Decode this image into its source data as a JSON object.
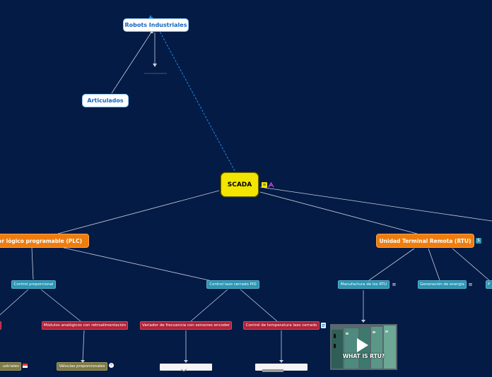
{
  "colors": {
    "background": "#041b45",
    "connector": "#c8d0de",
    "dashed_link": "#1e88e5",
    "center": "#f2e600",
    "orange": "#ef7d0e",
    "teal": "#2b95b3",
    "red": "#b0233a",
    "olive": "#7e7a45"
  },
  "nodes": {
    "center": "SCADA",
    "robots": "Robots Industriales",
    "articulados": "Articulados",
    "plc": "ador lógico programable (PLC)",
    "rtu": "Unidad Terminal Remota (RTU)",
    "control_proporcional": "Control proporcional",
    "control_pid": "Control lazo cerrado PID",
    "modulos": "Módulos analógicos con retroalimentación",
    "variador": "Variador de frecuencia con sensores encoder",
    "temperatura": "Control de temperatura lazo cerrado",
    "manufactura": "Manufactura de los RTU",
    "generacion": "Generación de energía",
    "partial_right": "P",
    "valvulas": "Válvulas proporcionales",
    "partial_left_bottom": "ustriales"
  },
  "icons": {
    "center_notes": "notes-icon",
    "center_link": "link-icon",
    "rtu_badge": "dollar-icon",
    "manufactura_notes": "notes-icon",
    "generacion_notes": "notes-icon",
    "temperatura_doc": "document-icon",
    "video_play": "play-icon"
  },
  "media": {
    "video_caption": "WHAT IS RTU?"
  }
}
